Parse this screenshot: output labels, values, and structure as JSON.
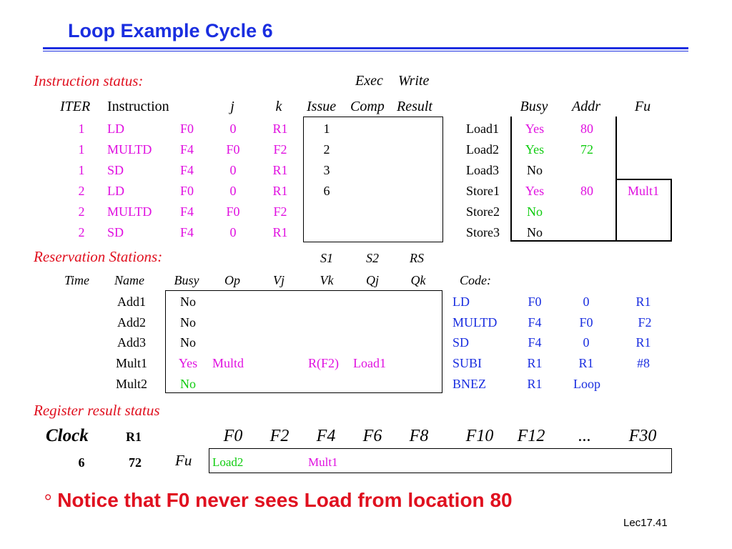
{
  "title": "Loop Example Cycle 6",
  "instruction_status": {
    "section_label": "Instruction status:",
    "top_headers": [
      "Exec",
      "Write"
    ],
    "headers": [
      "ITER",
      "Instruction",
      "j",
      "k",
      "Issue",
      "Comp",
      "Result"
    ],
    "rows": [
      {
        "iter": "1",
        "op": "LD",
        "dest": "F0",
        "j": "0",
        "k": "R1",
        "issue": "1"
      },
      {
        "iter": "1",
        "op": "MULTD",
        "dest": "F4",
        "j": "F0",
        "k": "F2",
        "issue": "2"
      },
      {
        "iter": "1",
        "op": "SD",
        "dest": "F4",
        "j": "0",
        "k": "R1",
        "issue": "3"
      },
      {
        "iter": "2",
        "op": "LD",
        "dest": "F0",
        "j": "0",
        "k": "R1",
        "issue": "6"
      },
      {
        "iter": "2",
        "op": "MULTD",
        "dest": "F4",
        "j": "F0",
        "k": "F2",
        "issue": ""
      },
      {
        "iter": "2",
        "op": "SD",
        "dest": "F4",
        "j": "0",
        "k": "R1",
        "issue": ""
      }
    ]
  },
  "load_store": {
    "headers": [
      "Busy",
      "Addr",
      "Fu"
    ],
    "rows": [
      {
        "name": "Load1",
        "busy": "Yes",
        "addr": "80",
        "fu": ""
      },
      {
        "name": "Load2",
        "busy": "Yes",
        "addr": "72",
        "fu": ""
      },
      {
        "name": "Load3",
        "busy": "No",
        "addr": "",
        "fu": ""
      },
      {
        "name": "Store1",
        "busy": "Yes",
        "addr": "80",
        "fu": "Mult1"
      },
      {
        "name": "Store2",
        "busy": "No",
        "addr": "",
        "fu": ""
      },
      {
        "name": "Store3",
        "busy": "No",
        "addr": "",
        "fu": ""
      }
    ]
  },
  "reservation_stations": {
    "section_label": "Reservation Stations:",
    "top_headers": [
      "S1",
      "S2",
      "RS"
    ],
    "headers": [
      "Time",
      "Name",
      "Busy",
      "Op",
      "Vj",
      "Vk",
      "Qj",
      "Qk",
      "Code:"
    ],
    "rows": [
      {
        "name": "Add1",
        "busy": "No",
        "op": "",
        "vj": "",
        "vk": "",
        "qj": "",
        "qk": ""
      },
      {
        "name": "Add2",
        "busy": "No",
        "op": "",
        "vj": "",
        "vk": "",
        "qj": "",
        "qk": ""
      },
      {
        "name": "Add3",
        "busy": "No",
        "op": "",
        "vj": "",
        "vk": "",
        "qj": "",
        "qk": ""
      },
      {
        "name": "Mult1",
        "busy": "Yes",
        "op": "Multd",
        "vj": "",
        "vk": "R(F2)",
        "qj": "Load1",
        "qk": ""
      },
      {
        "name": "Mult2",
        "busy": "No",
        "op": "",
        "vj": "",
        "vk": "",
        "qj": "",
        "qk": ""
      }
    ]
  },
  "code": [
    [
      "LD",
      "F0",
      "0",
      "R1"
    ],
    [
      "MULTD",
      "F4",
      "F0",
      "F2"
    ],
    [
      "SD",
      "F4",
      "0",
      "R1"
    ],
    [
      "SUBI",
      "R1",
      "R1",
      "#8"
    ],
    [
      "BNEZ",
      "R1",
      "Loop",
      ""
    ]
  ],
  "register_result": {
    "section_label": "Register result status",
    "clock_label": "Clock",
    "clock_value": "6",
    "r1_label": "R1",
    "r1_value": "72",
    "fu_label": "Fu",
    "registers": [
      "F0",
      "F2",
      "F4",
      "F6",
      "F8",
      "F10",
      "F12",
      "...",
      "F30"
    ],
    "fu_values": [
      "Load2",
      "",
      "Mult1",
      "",
      "",
      "",
      "",
      "",
      ""
    ]
  },
  "note": {
    "bullet": "°",
    "text": "Notice that F0 never sees Load from location 80"
  },
  "footer": "Lec17.41",
  "colors": {
    "title_blue": "#1a2ee0",
    "section_red": "#e0101f",
    "magenta": "#e010e0",
    "green": "#10cc10"
  }
}
